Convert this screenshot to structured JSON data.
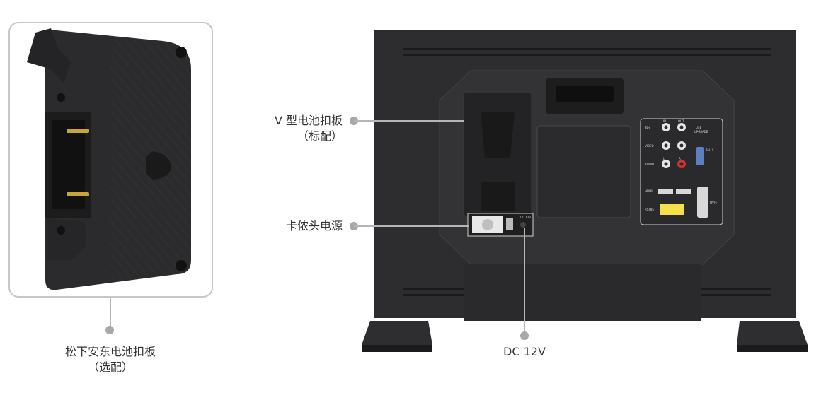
{
  "colors": {
    "background": "#ffffff",
    "callout_line": "#b5b5b5",
    "callout_dot": "#a8a8a8",
    "monitor_body": "#2d2d2f",
    "monitor_panel": "#3a3a3d",
    "plate_frame": "#c7c7c7",
    "yellow_port": "#f2e14a",
    "text": "#333333"
  },
  "callouts": {
    "panasonic_plate": {
      "line1": "松下安东电池扣板",
      "line2": "（选配）"
    },
    "v_plate": {
      "line1": "V 型电池扣板",
      "line2": "（标配）"
    },
    "kayee_power": {
      "line1": "卡侬头电源"
    },
    "dc_input": {
      "line1": "DC 12V"
    }
  },
  "port_labels": {
    "sdi": "SDI",
    "video": "VIDEO",
    "audio": "AUDIO",
    "hdmi": "HDMI",
    "rs485": "RS485",
    "in": "IN",
    "out": "OUT",
    "l": "L",
    "r": "R",
    "usb": "USB",
    "upgrade": "UPGRADE",
    "tally": "TALLY",
    "dvi": "DVI-I",
    "dc12v": "DC 12V"
  }
}
